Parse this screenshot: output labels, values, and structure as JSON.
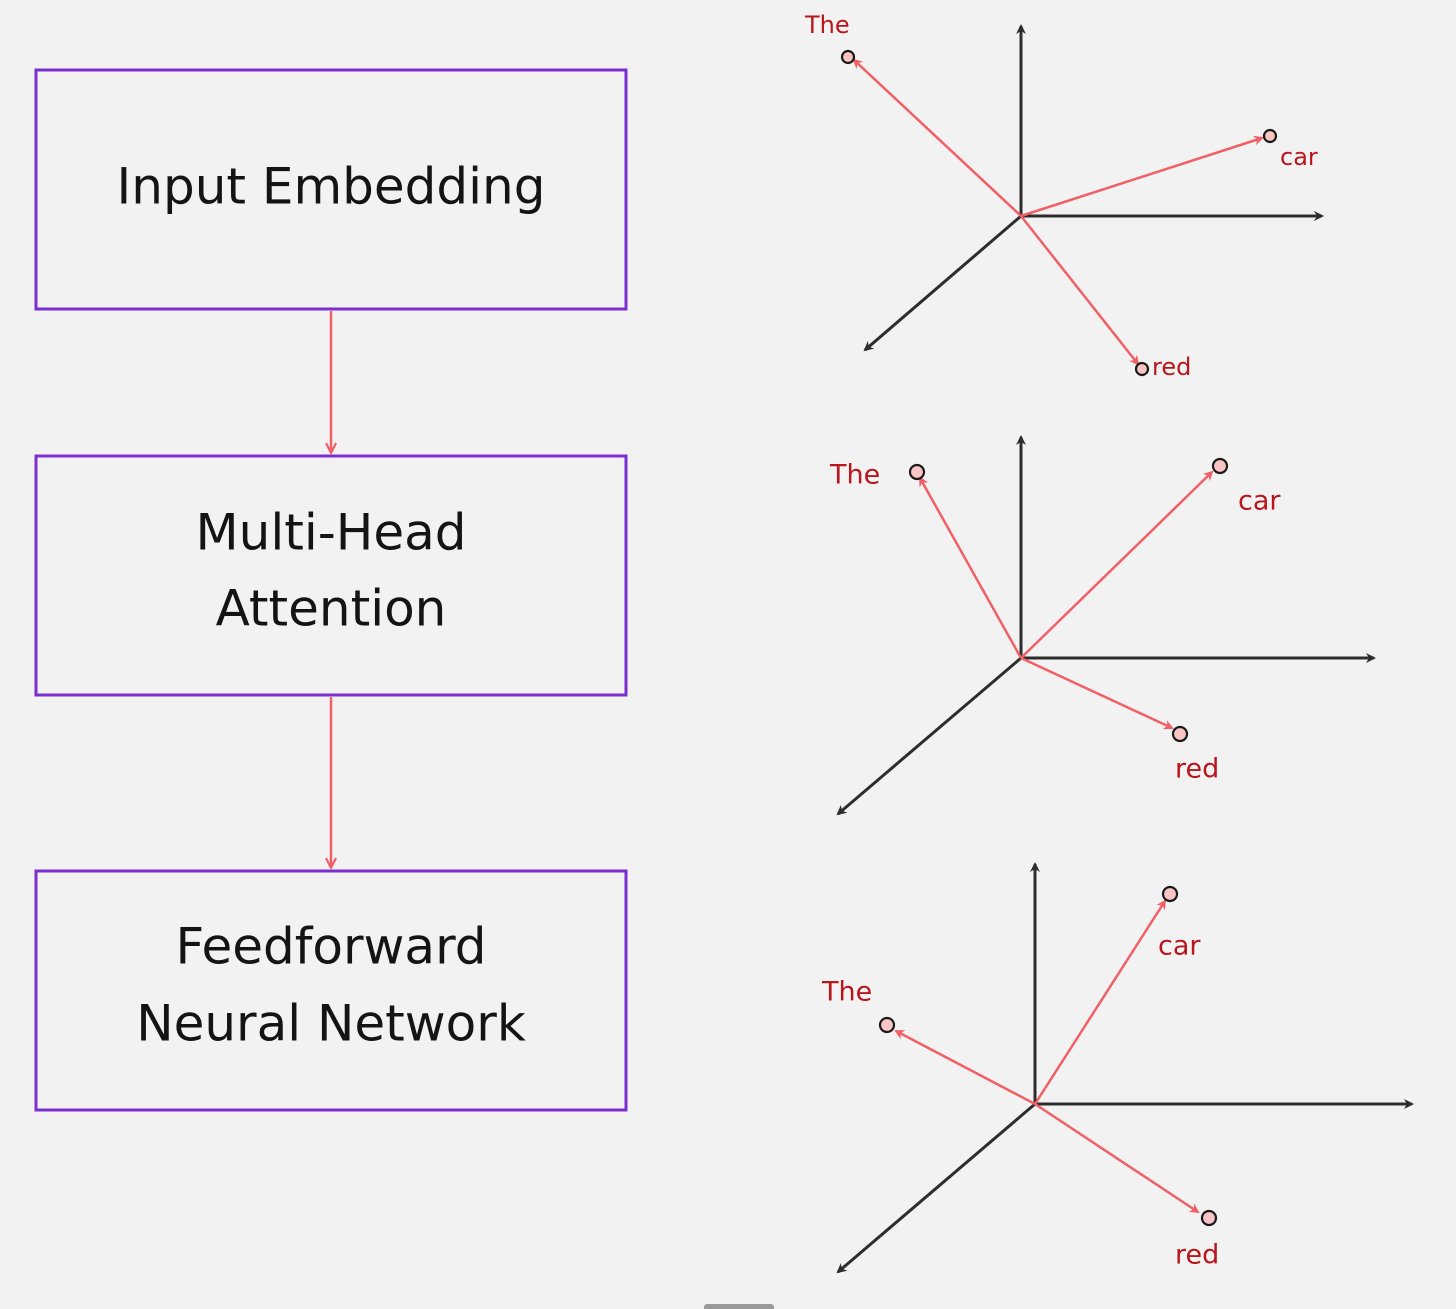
{
  "flow": {
    "boxes": [
      {
        "lines": [
          "Input Embedding"
        ]
      },
      {
        "lines": [
          "Multi-Head",
          "Attention"
        ]
      },
      {
        "lines": [
          "Feedforward",
          "Neural Network"
        ]
      }
    ]
  },
  "panels": [
    {
      "words": {
        "the": "The",
        "car": "car",
        "red": "red"
      }
    },
    {
      "words": {
        "the": "The",
        "car": "car",
        "red": "red"
      }
    },
    {
      "words": {
        "the": "The",
        "car": "car",
        "red": "red"
      }
    }
  ],
  "colors": {
    "box_border": "#7b2fd0",
    "connector": "#f06066",
    "axis": "#2d2d2d",
    "vector": "#f06066",
    "word_label": "#b8161c",
    "point_fill": "#f9c4c4",
    "background": "#f3f2f2"
  }
}
